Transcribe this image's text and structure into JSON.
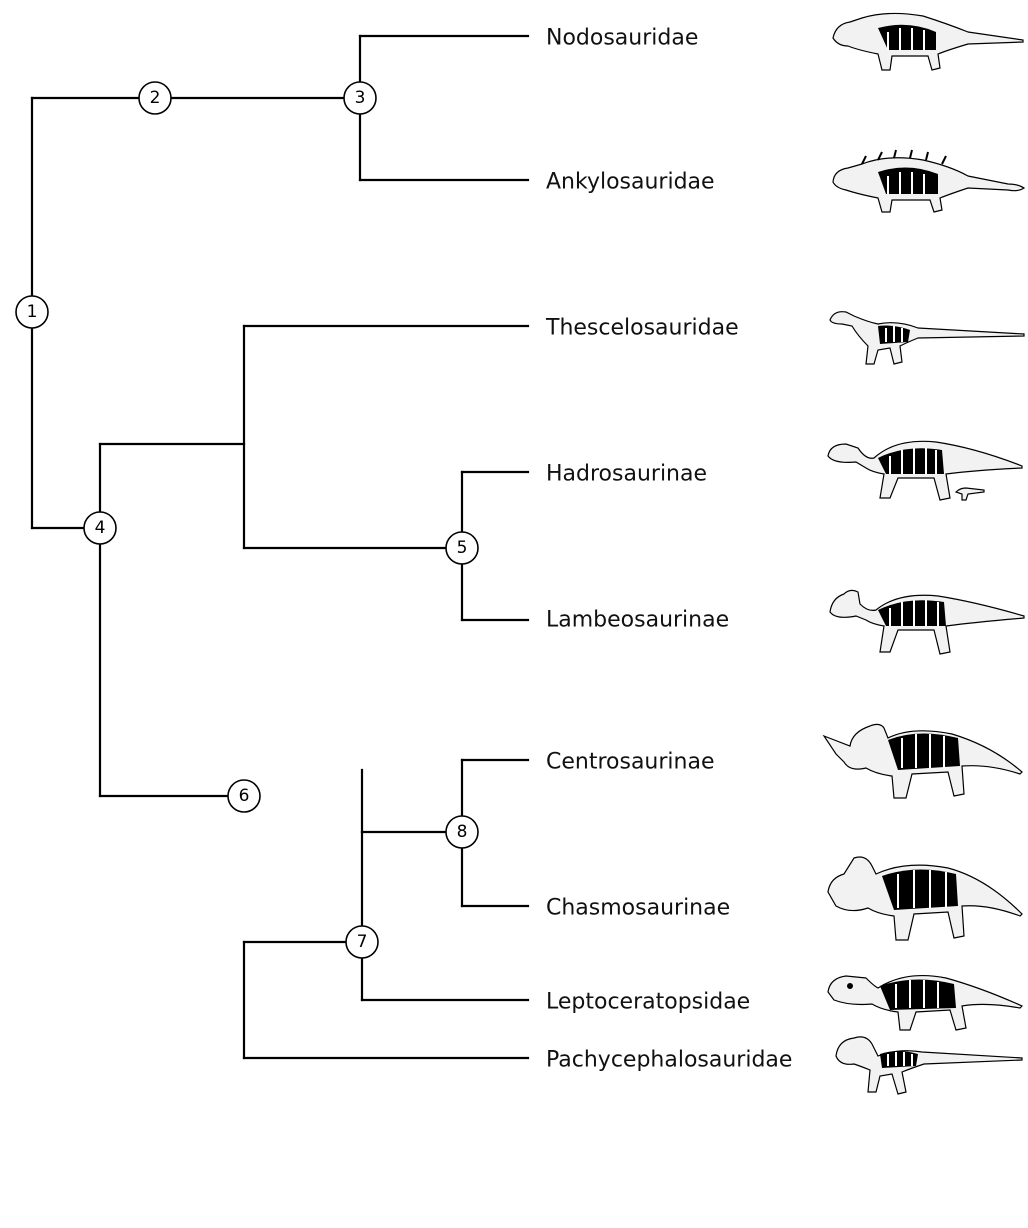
{
  "nodes": [
    {
      "id": "node-1",
      "label": "1"
    },
    {
      "id": "node-2",
      "label": "2"
    },
    {
      "id": "node-3",
      "label": "3"
    },
    {
      "id": "node-4",
      "label": "4"
    },
    {
      "id": "node-5",
      "label": "5"
    },
    {
      "id": "node-6",
      "label": "6"
    },
    {
      "id": "node-7",
      "label": "7"
    },
    {
      "id": "node-8",
      "label": "8"
    }
  ],
  "taxa": [
    {
      "name": "Nodosauridae",
      "silhouette": "nodosaur-skeleton"
    },
    {
      "name": "Ankylosauridae",
      "silhouette": "ankylosaur-skeleton"
    },
    {
      "name": "Thescelosauridae",
      "silhouette": "thescelosaur-skeleton"
    },
    {
      "name": "Hadrosaurinae",
      "silhouette": "hadrosaur-skeleton"
    },
    {
      "name": "Lambeosaurinae",
      "silhouette": "lambeosaur-skeleton"
    },
    {
      "name": "Centrosaurinae",
      "silhouette": "centrosaur-skeleton"
    },
    {
      "name": "Chasmosaurinae",
      "silhouette": "chasmosaur-skeleton"
    },
    {
      "name": "Leptoceratopsidae",
      "silhouette": "leptoceratopsid-skeleton"
    },
    {
      "name": "Pachycephalosauridae",
      "silhouette": "pachycephalosaur-skeleton"
    }
  ]
}
